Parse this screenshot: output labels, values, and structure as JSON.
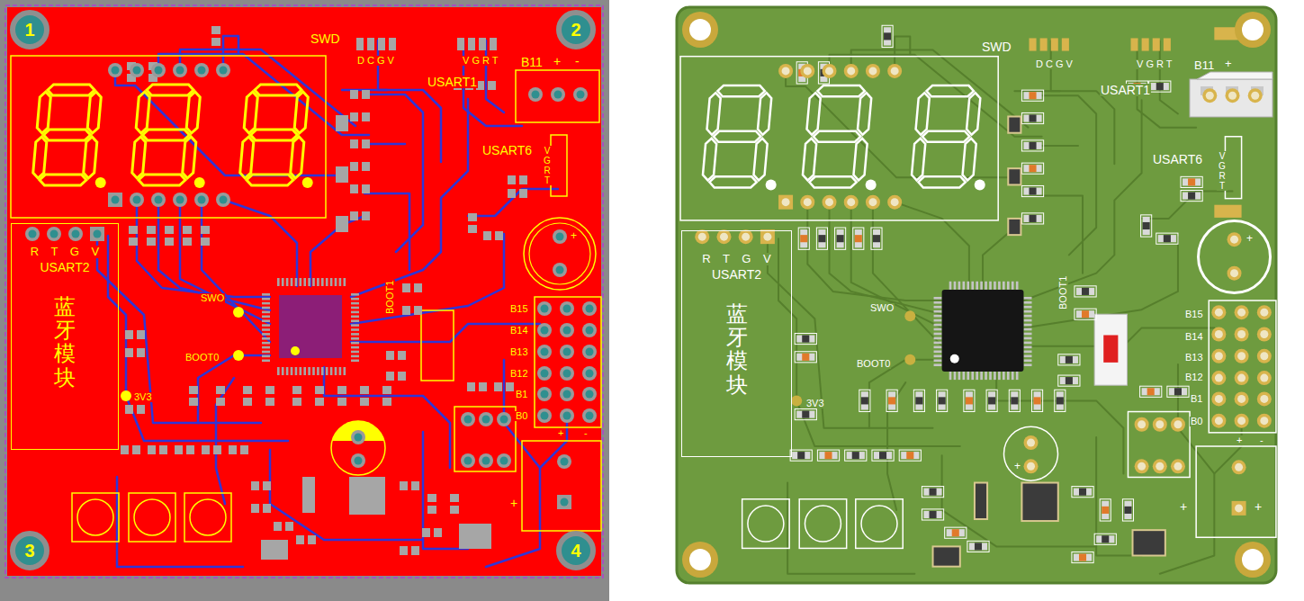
{
  "diagram": {
    "nodes": [
      {
        "text": [
          "1"
        ]
      },
      {
        "text": [
          "2"
        ]
      },
      {
        "text": [
          "3"
        ]
      },
      {
        "text": [
          "4"
        ]
      },
      {
        "text": [
          "R T G V",
          "USART2",
          "蓝牙模块"
        ]
      },
      {
        "text": [
          "R T G V",
          "USART2",
          "蓝牙模块"
        ]
      }
    ],
    "labels": [
      "SWD",
      "D C G V",
      "V G R T",
      "USART1",
      "B11",
      "+",
      "-",
      "USART6",
      "V G R T",
      "SWO",
      "BOOT1",
      "BOOT0",
      "3V3",
      "B15",
      "B14",
      "B13",
      "B12",
      "B1",
      "B0",
      "+",
      "-",
      "+",
      "+",
      "SWD",
      "D C G V",
      "V G R T",
      "USART1",
      "B11",
      "+",
      "USART6",
      "V G R T",
      "SWO",
      "BOOT1",
      "BOOT0",
      "3V3",
      "B15",
      "B14",
      "B13",
      "B12",
      "B1",
      "B0",
      "+",
      "-",
      "+",
      "+",
      "+",
      "+"
    ]
  }
}
